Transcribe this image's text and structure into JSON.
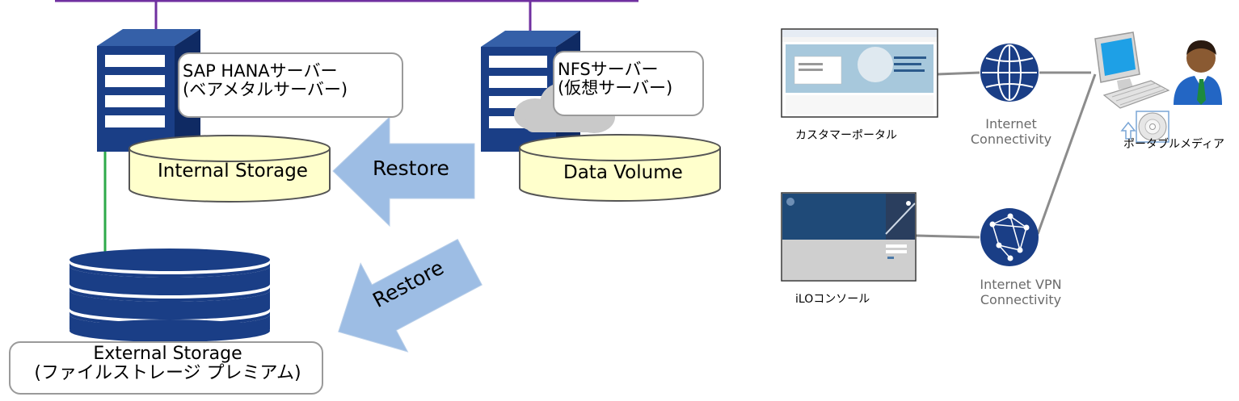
{
  "left_diagram": {
    "sap_server": {
      "line1": "SAP HANAサーバー",
      "line2": "(ベアメタルサーバー)"
    },
    "nfs_server": {
      "line1": "NFSサーバー",
      "line2": "(仮想サーバー)"
    },
    "internal_storage": "Internal Storage",
    "data_volume": "Data Volume",
    "restore_top": "Restore",
    "restore_bottom": "Restore",
    "external_storage": {
      "line1": "External Storage",
      "line2": "(ファイルストレージ プレミアム)"
    }
  },
  "right_diagram": {
    "customer_portal": "カスタマーポータル",
    "ilo_console": "iLOコンソール",
    "internet": {
      "line1": "Internet",
      "line2": "Connectivity"
    },
    "internet_vpn": {
      "line1": "Internet VPN",
      "line2": "Connectivity"
    },
    "portable_media": "ポータブルメディア"
  },
  "colors": {
    "server_blue": "#1a3e86",
    "network_purple": "#7030a0",
    "storage_yellow": "#ffffcc",
    "arrow_blue": "#9dbde4",
    "link_green": "#2eaa4a",
    "connector_gray": "#8c8c8c"
  }
}
